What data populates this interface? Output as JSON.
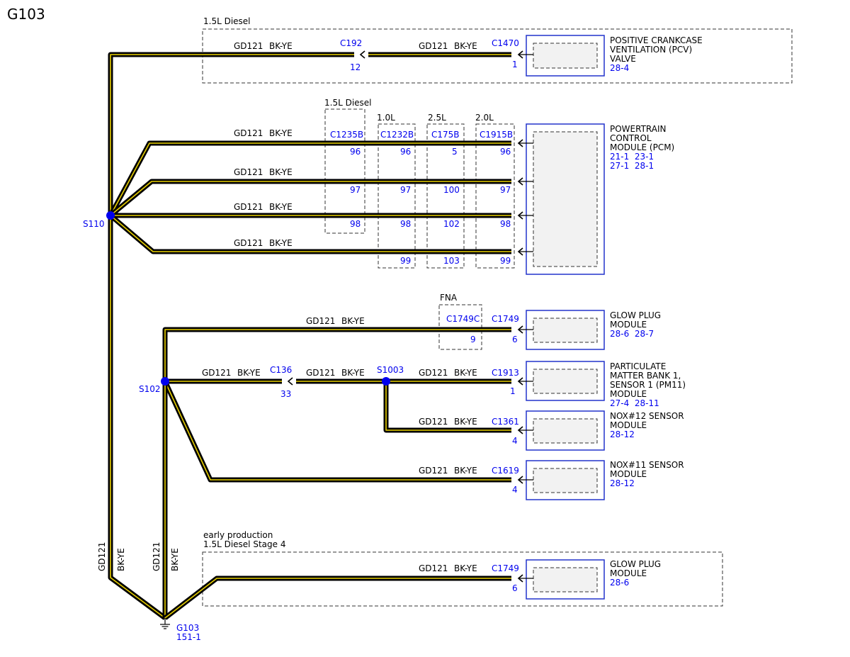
{
  "title": "G103",
  "wire_circuit": "GD121",
  "wire_color": "BK-YE",
  "colors": {
    "wire_base": "#000000",
    "wire_stripe": "#e8d000",
    "connector_text": "#0000ee",
    "component_border": "#2233cc"
  },
  "variant_boxes": {
    "pcv": "1.5L Diesel",
    "c1235b": "1.5L Diesel",
    "c1232b": "1.0L",
    "c175b": "2.5L",
    "c1915b": "2.0L",
    "fna": "FNA",
    "early_line1": "early production",
    "early_line2": "1.5L Diesel Stage 4"
  },
  "splices": {
    "s110": "S110",
    "s102": "S102",
    "s1003": "S1003"
  },
  "ground": {
    "name": "G103",
    "ref": "151-1"
  },
  "connectors": {
    "c192": {
      "name": "C192",
      "pin": "12"
    },
    "c1470": {
      "name": "C1470",
      "pin": "1"
    },
    "c1235b": {
      "name": "C1235B",
      "pins": [
        "96",
        "97",
        "98"
      ]
    },
    "c1232b": {
      "name": "C1232B",
      "pins": [
        "96",
        "97",
        "98",
        "99"
      ]
    },
    "c175b": {
      "name": "C175B",
      "pins": [
        "5",
        "100",
        "102",
        "103"
      ]
    },
    "c1915b": {
      "name": "C1915B",
      "pins": [
        "96",
        "97",
        "98",
        "99"
      ]
    },
    "c1749c": {
      "name": "C1749C",
      "pin": "9"
    },
    "c1749": {
      "name": "C1749",
      "pin": "6"
    },
    "c136": {
      "name": "C136",
      "pin": "33"
    },
    "c1913": {
      "name": "C1913",
      "pin": "1"
    },
    "c1361": {
      "name": "C1361",
      "pin": "4"
    },
    "c1619": {
      "name": "C1619",
      "pin": "4"
    },
    "c1749_early": {
      "name": "C1749",
      "pin": "6"
    }
  },
  "components": {
    "pcv": {
      "lines": [
        "POSITIVE CRANKCASE",
        "VENTILATION (PCV)",
        "VALVE"
      ],
      "refs": [
        "28-4"
      ]
    },
    "pcm": {
      "lines": [
        "POWERTRAIN",
        "CONTROL",
        "MODULE (PCM)"
      ],
      "refs": [
        "21-1  23-1",
        "27-1  28-1"
      ]
    },
    "glow": {
      "lines": [
        "GLOW PLUG",
        "MODULE"
      ],
      "refs": [
        "28-6  28-7"
      ]
    },
    "pm11": {
      "lines": [
        "PARTICULATE",
        "MATTER BANK 1,",
        "SENSOR 1 (PM11)",
        "MODULE"
      ],
      "refs": [
        "27-4  28-11"
      ]
    },
    "nox12": {
      "lines": [
        "NOX#12 SENSOR",
        "MODULE"
      ],
      "refs": [
        "28-12"
      ]
    },
    "nox11": {
      "lines": [
        "NOX#11 SENSOR",
        "MODULE"
      ],
      "refs": [
        "28-12"
      ]
    },
    "glow_early": {
      "lines": [
        "GLOW PLUG",
        "MODULE"
      ],
      "refs": [
        "28-6"
      ]
    }
  }
}
